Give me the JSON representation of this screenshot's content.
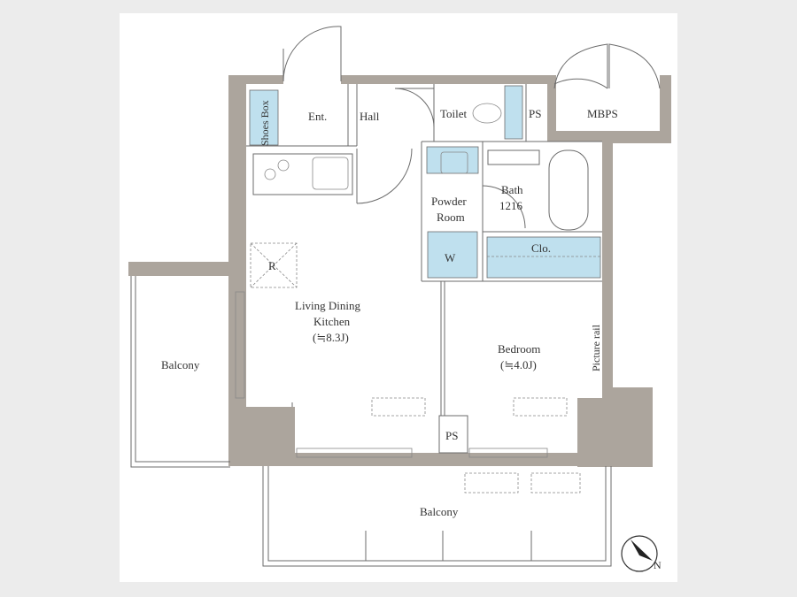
{
  "rooms": {
    "shoes_box": "Shoes Box",
    "entrance": "Ent.",
    "hall": "Hall",
    "toilet": "Toilet",
    "ps_top": "PS",
    "mbps": "MBPS",
    "powder_room_line1": "Powder",
    "powder_room_line2": "Room",
    "bath_line1": "Bath",
    "bath_line2": "1216",
    "closet": "Clo.",
    "washer": "W",
    "refrigerator": "R",
    "ldk_line1": "Living Dining",
    "ldk_line2": "Kitchen",
    "ldk_size": "(≒8.3J)",
    "bedroom": "Bedroom",
    "bedroom_size": "(≒4.0J)",
    "picture_rail": "Picture rail",
    "ps_bottom": "PS",
    "balcony_left": "Balcony",
    "balcony_bottom": "Balcony",
    "north": "N"
  },
  "colors": {
    "wall": "#aca59d",
    "fixture_blue": "#bfe0ee"
  },
  "icons": [
    "north-arrow-icon",
    "stove-burner-icon",
    "door-swing-icon"
  ]
}
